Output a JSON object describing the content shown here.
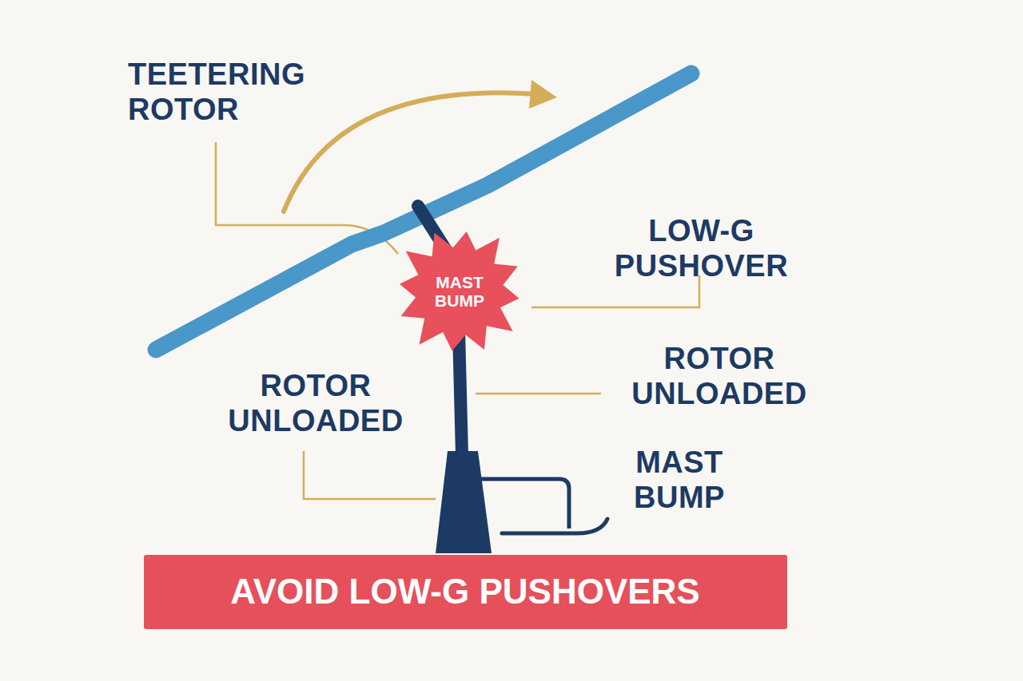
{
  "diagram": {
    "nodes": [
      {
        "text": [
          "MAST BUMP"
        ]
      },
      {
        "text": [
          "AVOID LOW-G PUSHOVERS"
        ]
      }
    ],
    "labels": [
      "TEETERING ROTOR",
      "LOW-G PUSHOVER",
      "ROTOR UNLOADED",
      "ROTOR UNLOADED",
      "MAST BUMP"
    ]
  }
}
